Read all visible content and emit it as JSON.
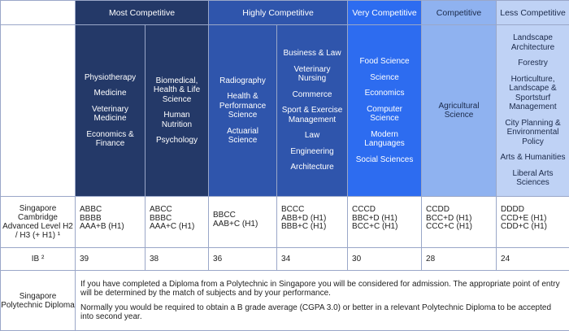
{
  "categories": [
    {
      "label": "Most Competitive"
    },
    {
      "label": "Highly Competitive"
    },
    {
      "label": "Very Competitive"
    },
    {
      "label": "Competitive"
    },
    {
      "label": "Less Competitive"
    }
  ],
  "columns": [
    {
      "subjects": [
        "Physiotherapy",
        "Medicine",
        "Veterinary Medicine",
        "Economics & Finance"
      ],
      "a_level": [
        "ABBC",
        "BBBB",
        "AAA+B (H1)"
      ],
      "ib": "39"
    },
    {
      "subjects": [
        "Biomedical, Health & Life Science",
        "Human Nutrition",
        "Psychology"
      ],
      "a_level": [
        "ABCC",
        "BBBC",
        "AAA+C (H1)"
      ],
      "ib": "38"
    },
    {
      "subjects": [
        "Radiography",
        "Health & Performance Science",
        "Actuarial Science"
      ],
      "a_level": [
        "BBCC",
        "AAB+C (H1)"
      ],
      "ib": "36"
    },
    {
      "subjects": [
        "Business & Law",
        "Veterinary Nursing",
        "Commerce",
        "Sport & Exercise Management",
        "Law",
        "Engineering",
        "Architecture"
      ],
      "a_level": [
        "BCCC",
        "ABB+D (H1)",
        "BBB+C (H1)"
      ],
      "ib": "34"
    },
    {
      "subjects": [
        "Food Science",
        "Science",
        "Economics",
        "Computer Science",
        "Modern Languages",
        "Social Sciences"
      ],
      "a_level": [
        "CCCD",
        "BBC+D (H1)",
        "BCC+C (H1)"
      ],
      "ib": "30"
    },
    {
      "subjects": [
        "Agricultural Science"
      ],
      "a_level": [
        "CCDD",
        "BCC+D (H1)",
        "CCC+C (H1)"
      ],
      "ib": "28"
    },
    {
      "subjects": [
        "Landscape Architecture",
        "Forestry",
        "Horticulture, Landscape & Sportsturf Management",
        "City Planning & Environmental Policy",
        "Arts & Humanities",
        "Liberal Arts Sciences"
      ],
      "a_level": [
        "DDDD",
        "CCD+E (H1)",
        "CDD+C (H1)"
      ],
      "ib": "24"
    }
  ],
  "row_labels": {
    "a_level": "Singapore Cambridge Advanced Level H2 / H3 (+ H1) ¹",
    "ib": "IB ²",
    "poly": "Singapore Polytechnic Diploma"
  },
  "poly_note": [
    "If you have completed a Diploma from a Polytechnic in Singapore you will be considered for admission. The appropriate point of entry will be determined by the match of subjects and by your performance.",
    "Normally you would be required to obtain a B grade average (CGPA 3.0) or better in a relevant Polytechnic Diploma to be accepted into second year."
  ],
  "colors": {
    "most_competitive": "#243968",
    "highly_competitive": "#2f55ac",
    "very_competitive": "#2d6cf0",
    "competitive": "#8fb2f0",
    "less_competitive": "#bfd2f5"
  }
}
